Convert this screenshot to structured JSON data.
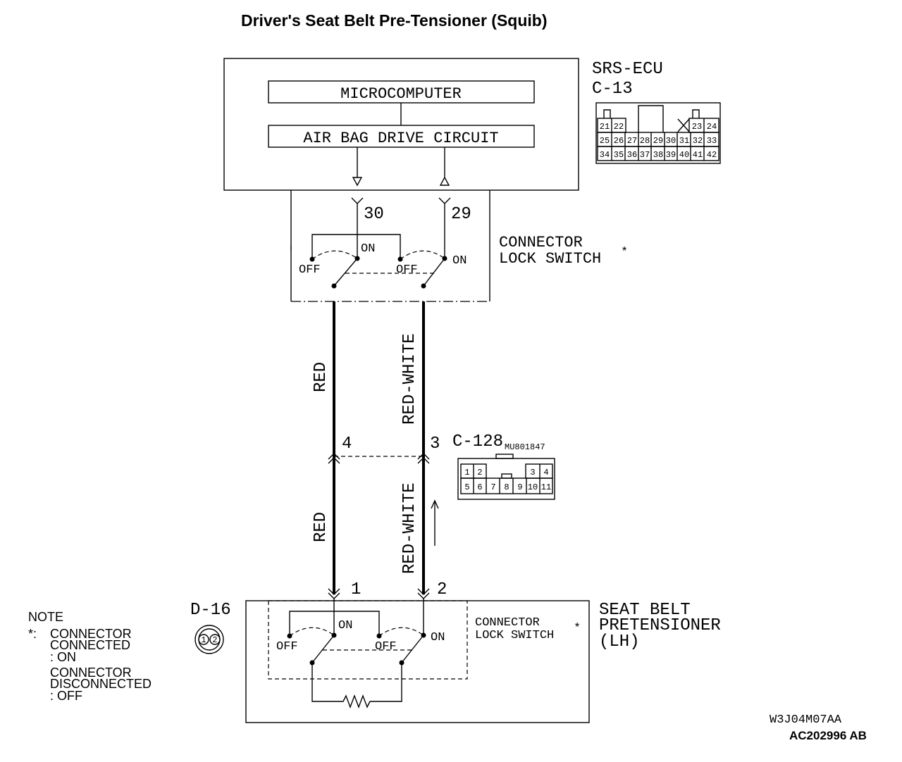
{
  "title": "Driver's Seat Belt Pre-Tensioner (Squib)",
  "srs_ecu": {
    "name": "SRS-ECU",
    "connector": "C-13",
    "microcomputer": "MICROCOMPUTER",
    "drive_circuit": "AIR BAG DRIVE CIRCUIT",
    "pin_a": "30",
    "pin_b": "29",
    "lock_switch_line1": "CONNECTOR",
    "lock_switch_line2": "LOCK SWITCH",
    "asterisk": "*",
    "on": "ON",
    "off": "OFF",
    "connector_pins": [
      "21",
      "22",
      "23",
      "24",
      "25",
      "26",
      "27",
      "28",
      "29",
      "30",
      "31",
      "32",
      "33",
      "34",
      "35",
      "36",
      "37",
      "38",
      "39",
      "40",
      "41",
      "42"
    ]
  },
  "wires": {
    "red": "RED",
    "red_white": "RED-WHITE"
  },
  "junction": {
    "name": "C-128",
    "part_number": "MU801847",
    "pin_a": "4",
    "pin_b": "3",
    "connector_pins": [
      "1",
      "2",
      "3",
      "4",
      "5",
      "6",
      "7",
      "8",
      "9",
      "10",
      "11"
    ]
  },
  "pretensioner": {
    "connector": "D-16",
    "pin_a": "1",
    "pin_b": "2",
    "line1": "SEAT BELT",
    "line2": "PRETENSIONER",
    "line3": "(LH)",
    "lock_switch_line1": "CONNECTOR",
    "lock_switch_line2": "LOCK SWITCH",
    "asterisk": "*",
    "on": "ON",
    "off": "OFF",
    "connector_pins": [
      "1",
      "2"
    ]
  },
  "note": {
    "heading": "NOTE",
    "marker": "*:",
    "line1": "CONNECTOR",
    "line2": "CONNECTED",
    "line3": ": ON",
    "line4": "CONNECTOR",
    "line5": "DISCONNECTED",
    "line6": ": OFF"
  },
  "codes": {
    "drawing": "W3J04M07AA",
    "figure": "AC202996 AB"
  }
}
